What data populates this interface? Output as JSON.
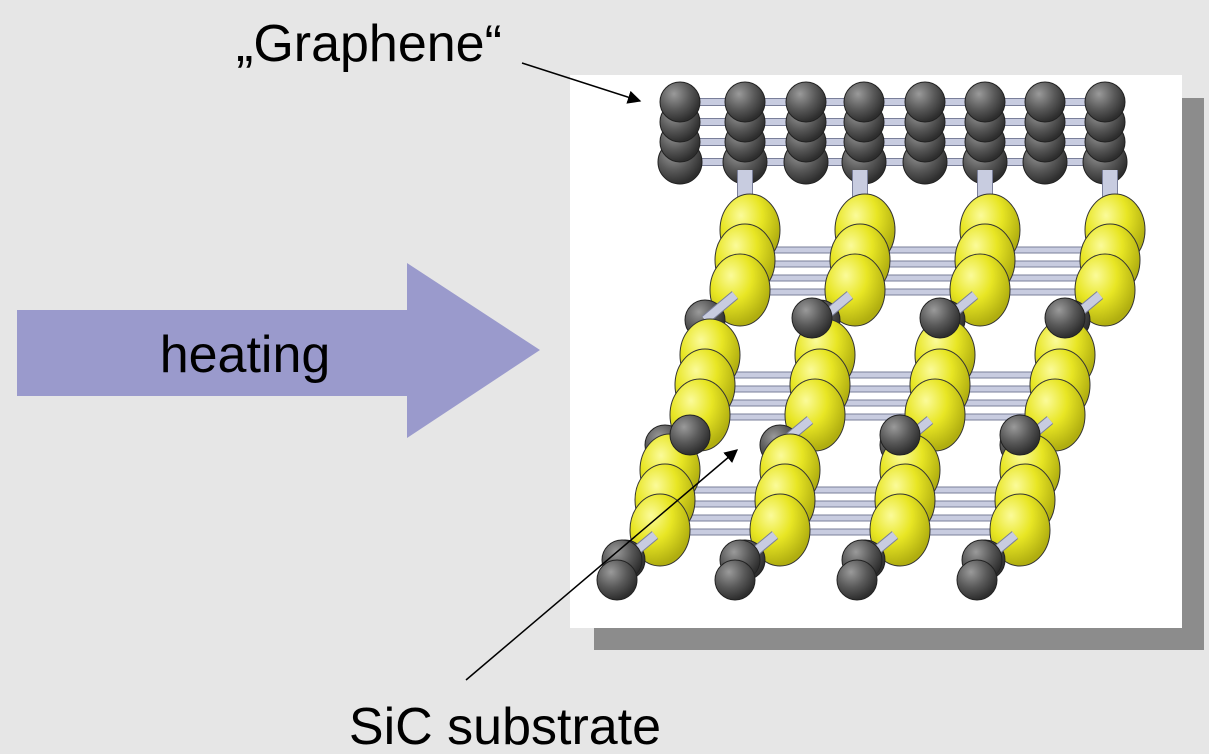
{
  "labels": {
    "graphene": "„Graphene“",
    "heating": "heating",
    "substrate": "SiC substrate"
  },
  "colors": {
    "background": "#e6e6e6",
    "arrow_fill": "#9a9acc",
    "panel_fill": "#ffffff",
    "panel_shadow": "#8c8c8c",
    "carbon_atom": "#5a5a5a",
    "silicon_atom": "#e8e624",
    "bond": "#c8cce0"
  },
  "icons": {
    "heating_arrow": "right-arrow-icon",
    "callout_arrow": "pointer-arrow-icon"
  }
}
